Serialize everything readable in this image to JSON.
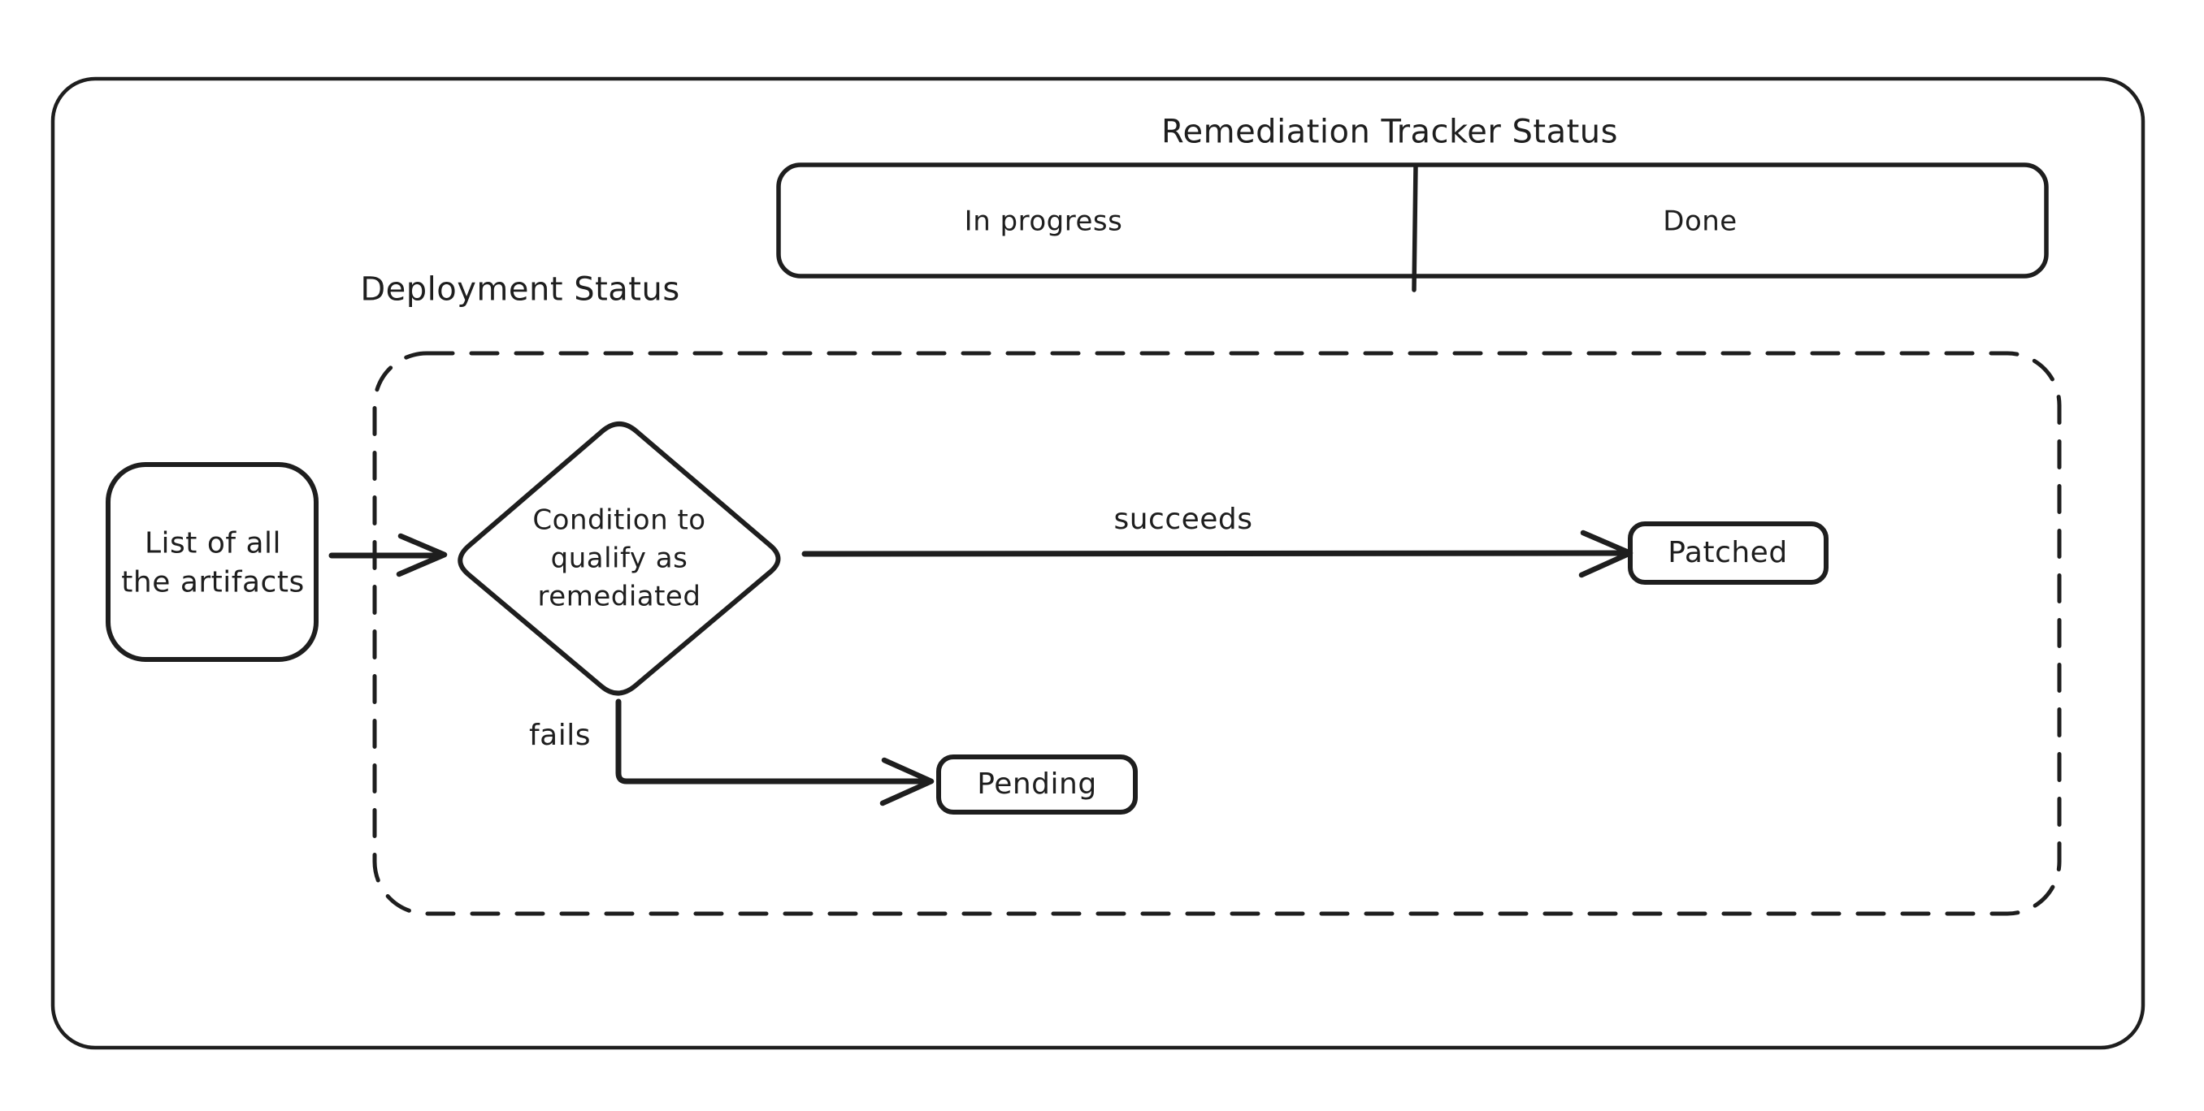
{
  "title": "Remediation Tracker Status",
  "tracker": {
    "in_progress": "In progress",
    "done": "Done"
  },
  "deployment": {
    "label": "Deployment Status",
    "artifacts": "List of all\nthe artifacts",
    "condition": "Condition to\nqualify as\nremediated",
    "succeeds": "succeeds",
    "fails": "fails",
    "patched": "Patched",
    "pending": "Pending"
  },
  "colors": {
    "stroke": "#1e1e1e",
    "background": "#ffffff"
  }
}
